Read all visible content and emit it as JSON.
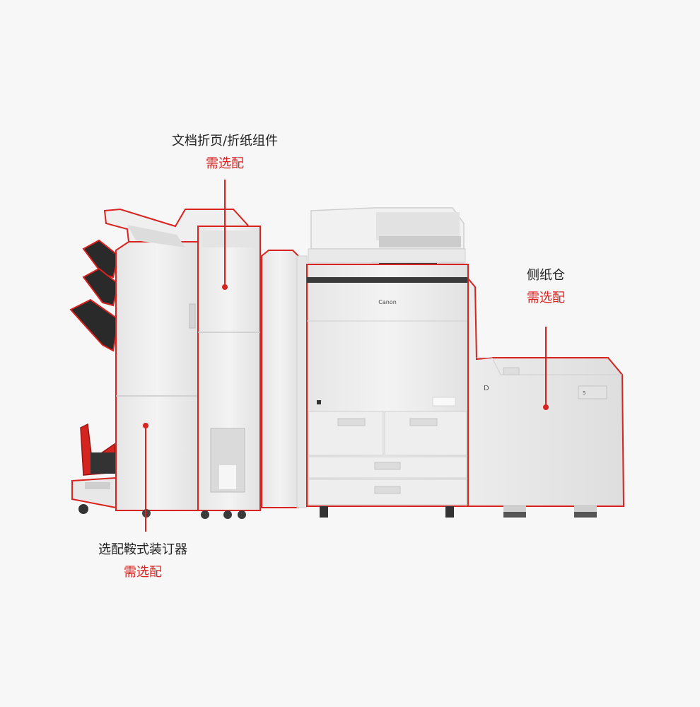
{
  "colors": {
    "background": "#f7f7f7",
    "accent_red": "#d8231f",
    "machine_body": "#eeeeee",
    "machine_shadow": "#cfcfcf",
    "text_dark": "#222222"
  },
  "callouts": {
    "folding_unit": {
      "name": "文档折页/折纸组件",
      "requirement": "需选配"
    },
    "side_paper_deck": {
      "name": "侧纸仓",
      "requirement": "需选配"
    },
    "saddle_finisher": {
      "name": "选配鞍式装订器",
      "requirement": "需选配"
    }
  },
  "machine": {
    "brand_logo": "Canon",
    "side_deck_letter": "D",
    "side_deck_tag": "5"
  }
}
